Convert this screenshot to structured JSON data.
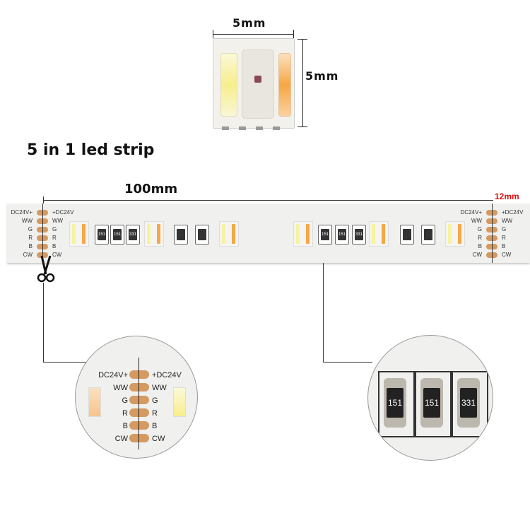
{
  "top_led": {
    "width_label": "5mm",
    "height_label": "5mm",
    "colors": {
      "warm": "#f6a746",
      "cool": "#f7f3a0",
      "rgb_r": "#e03a3a",
      "rgb_g": "#3bb34a",
      "rgb_b": "#3a63d8"
    }
  },
  "title": "5 in 1 led strip",
  "strip": {
    "length_label": "100mm",
    "width_label": "12mm",
    "left_labels": [
      "DC24V+",
      "WW",
      "G",
      "R",
      "B",
      "CW"
    ],
    "right_labels": [
      "+DC24V",
      "WW",
      "G",
      "R",
      "B",
      "CW"
    ],
    "resistor_codes": [
      "151",
      "151",
      "331"
    ]
  },
  "zoom_left": {
    "left_labels": [
      "DC24V+",
      "WW",
      "G",
      "R",
      "B",
      "CW"
    ],
    "right_labels": [
      "+DC24V",
      "WW",
      "G",
      "R",
      "B",
      "CW"
    ]
  },
  "zoom_right": {
    "resistor_codes": [
      "151",
      "151",
      "331"
    ]
  },
  "colors": {
    "accent_red": "#e01010",
    "strip_bg": "#f0f0ee",
    "pad": "#d49a62"
  }
}
